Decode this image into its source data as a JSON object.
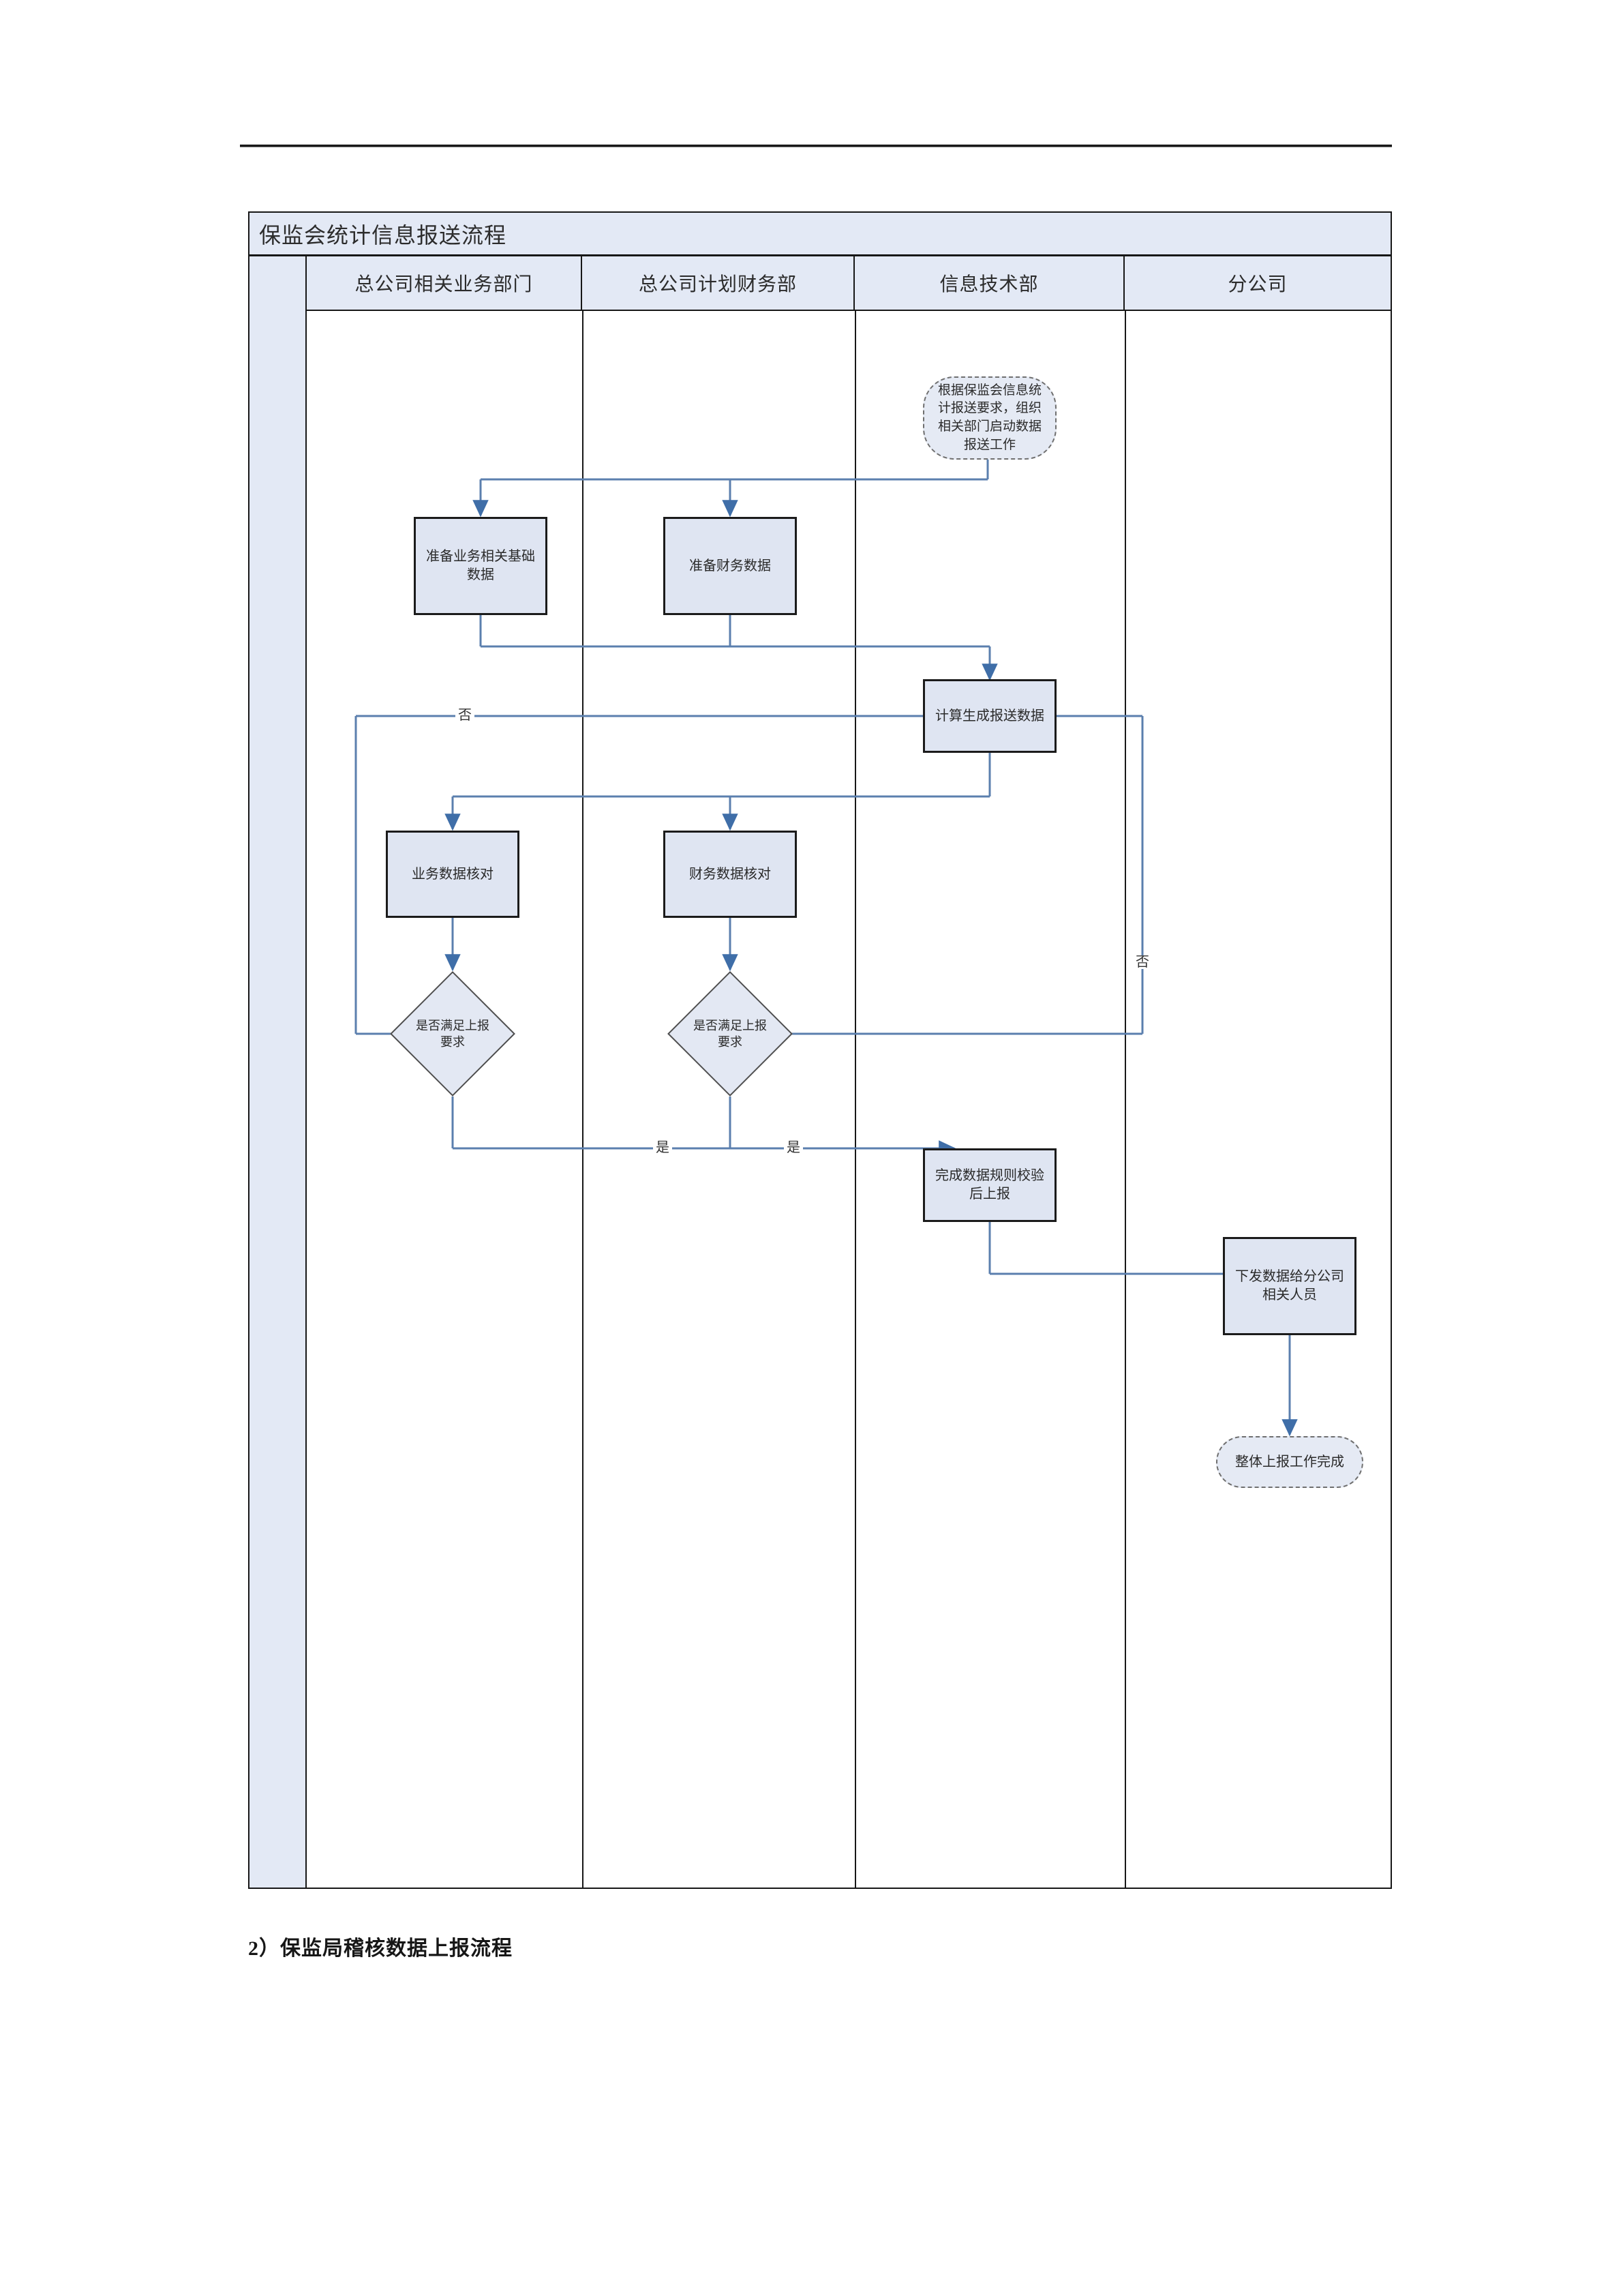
{
  "document": {
    "caption": "2）保监局稽核数据上报流程"
  },
  "flowchart": {
    "title": "保监会统计信息报送流程",
    "lanes": [
      {
        "id": "lane-business",
        "label": "总公司相关业务部门"
      },
      {
        "id": "lane-finance",
        "label": "总公司计划财务部"
      },
      {
        "id": "lane-it",
        "label": "信息技术部"
      },
      {
        "id": "lane-branch",
        "label": "分公司"
      }
    ],
    "nodes": [
      {
        "id": "start",
        "type": "terminator",
        "lane": "lane-it",
        "label": "根据保监会信息统\n计报送要求，组织\n相关部门启动数据\n报送工作"
      },
      {
        "id": "prep-business",
        "type": "process",
        "lane": "lane-business",
        "label": "准备业务相关基础\n数据"
      },
      {
        "id": "prep-finance",
        "type": "process",
        "lane": "lane-finance",
        "label": "准备财务数据"
      },
      {
        "id": "generate",
        "type": "process",
        "lane": "lane-it",
        "label": "计算生成报送数据"
      },
      {
        "id": "check-business",
        "type": "process",
        "lane": "lane-business",
        "label": "业务数据核对"
      },
      {
        "id": "check-finance",
        "type": "process",
        "lane": "lane-finance",
        "label": "财务数据核对"
      },
      {
        "id": "decision-business",
        "type": "decision",
        "lane": "lane-business",
        "label": "是否满足上报\n要求"
      },
      {
        "id": "decision-finance",
        "type": "decision",
        "lane": "lane-finance",
        "label": "是否满足上报\n要求"
      },
      {
        "id": "submit",
        "type": "process",
        "lane": "lane-it",
        "label": "完成数据规则校验\n后上报"
      },
      {
        "id": "distribute",
        "type": "process",
        "lane": "lane-branch",
        "label": "下发数据给分公司\n相关人员"
      },
      {
        "id": "end",
        "type": "terminator",
        "lane": "lane-branch",
        "label": "整体上报工作完成"
      }
    ],
    "edge_labels": [
      {
        "id": "no-left",
        "text": "否"
      },
      {
        "id": "no-right",
        "text": "否"
      },
      {
        "id": "yes-business",
        "text": "是"
      },
      {
        "id": "yes-finance",
        "text": "是"
      }
    ],
    "colors": {
      "node_fill": "#dfe5f2",
      "node_border": "#1b1b1b",
      "lane_header_fill": "#e3e9f5",
      "connector": "#5b7fae",
      "table_border": "#171717"
    }
  }
}
